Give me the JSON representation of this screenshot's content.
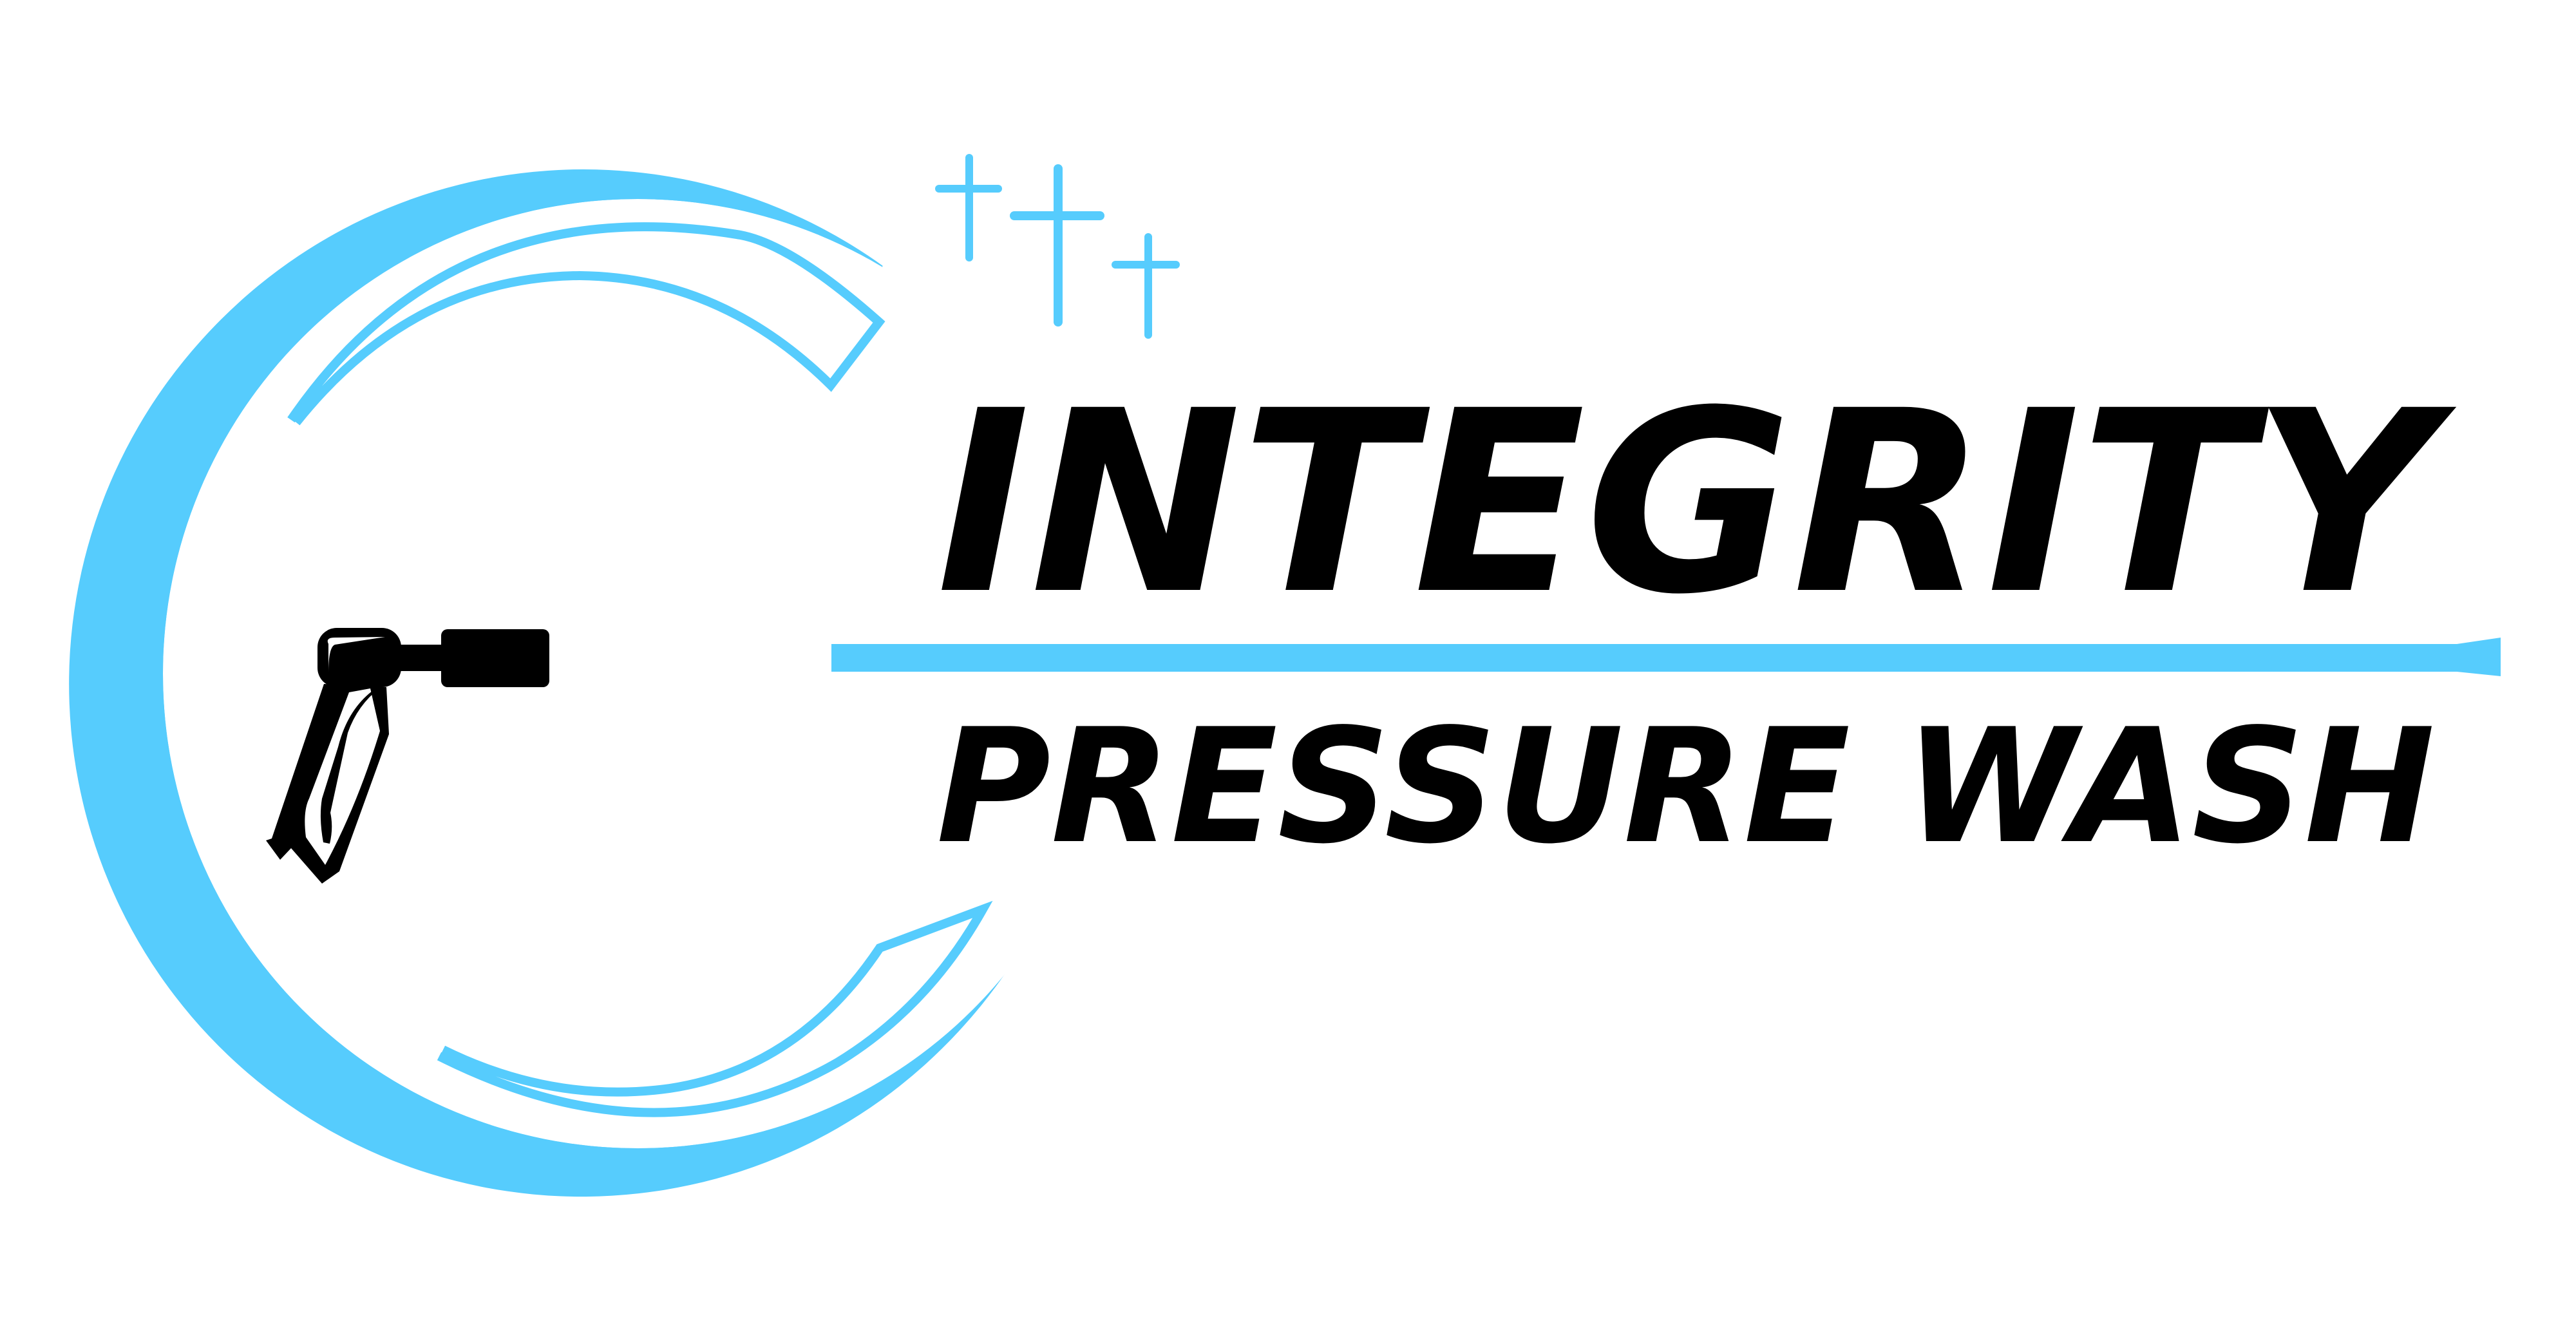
{
  "logo": {
    "title": "INTEGRITY",
    "subtitle": "PRESSURE WASH",
    "colors": {
      "accent": "#56CCFD",
      "ink": "#000000",
      "background": "#FFFFFF"
    },
    "icons": [
      "crescent-c",
      "pressure-washer-gun",
      "sparkle-cross"
    ]
  }
}
